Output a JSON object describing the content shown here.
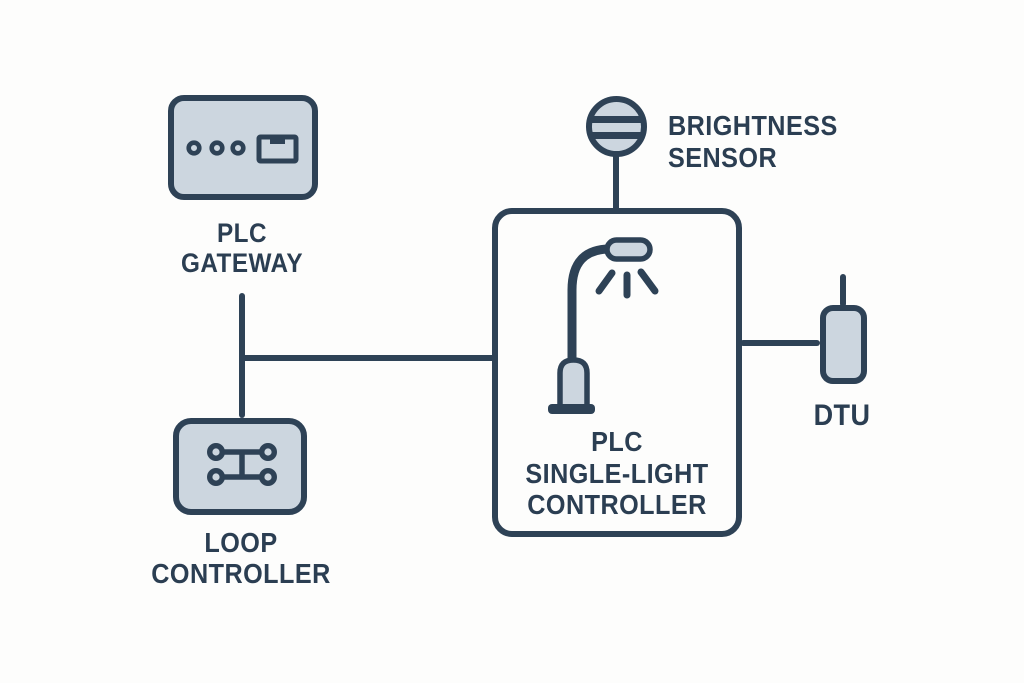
{
  "diagram": {
    "type": "plc-street-lighting-system-diagram",
    "colors": {
      "outline": "#2e4256",
      "fill": "#ccd6df",
      "text": "#2b3e52",
      "background": "#fdfdfc"
    },
    "nodes": {
      "plc_gateway": {
        "label": [
          "PLC",
          "GATEWAY"
        ],
        "icon": "plc-gateway-icon"
      },
      "loop_controller": {
        "label": [
          "LOOP",
          "CONTROLLER"
        ],
        "icon": "loop-controller-icon"
      },
      "plc_single_light_controller": {
        "label": [
          "PLC",
          "SINGLE-LIGHT",
          "CONTROLLER"
        ],
        "icon": "street-lamp-icon"
      },
      "brightness_sensor": {
        "label": [
          "BRIGHTNESS",
          "SENSOR"
        ],
        "icon": "brightness-sensor-icon"
      },
      "dtu": {
        "label": [
          "DTU"
        ],
        "icon": "dtu-modem-icon"
      }
    },
    "connections": [
      {
        "from": "plc_gateway",
        "to": "loop_controller"
      },
      {
        "from": "plc_gateway",
        "to": "plc_single_light_controller"
      },
      {
        "from": "brightness_sensor",
        "to": "plc_single_light_controller"
      },
      {
        "from": "plc_single_light_controller",
        "to": "dtu"
      }
    ]
  }
}
